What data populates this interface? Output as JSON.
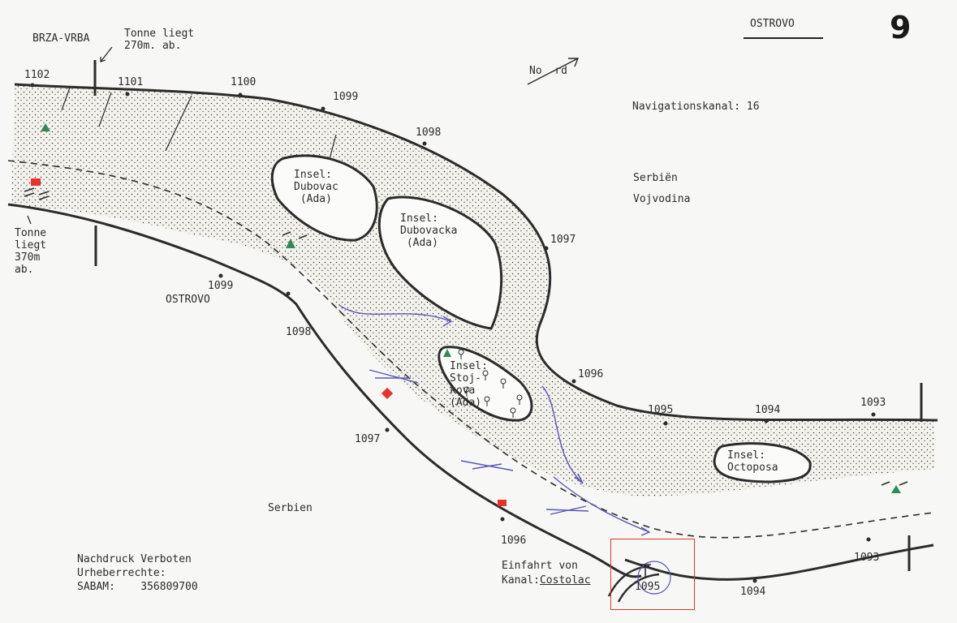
{
  "sheet": {
    "number": "9",
    "title": "OSTROVO"
  },
  "header": {
    "place_top_left": "BRZA-VRBA",
    "buoy_note_top": "Tonne liegt\n270m. ab.",
    "north_label": "No  rd"
  },
  "info": {
    "nav_channel": "Navigationskanal: 16",
    "region_right_1": "Serbiën",
    "region_right_2": "Vojvodina",
    "region_bottom": "Serbien",
    "town_left": "OSTROVO",
    "buoy_note_left": "Tonne\nliegt\n370m\nab."
  },
  "islands": {
    "dubovac": "Insel:\nDubovac\n (Ada)",
    "dubovacka": "Insel:\nDubovacka\n (Ada)",
    "stojkova": "Insel:\nStoj-\nkova\n(Ada)",
    "octoposa": "Insel:\nOctoposa"
  },
  "km_markers": {
    "upper": [
      "1102",
      "1101",
      "1100",
      "1099",
      "1098",
      "1097",
      "1096",
      "1095",
      "1094",
      "1093"
    ],
    "lower": [
      "1099",
      "1098",
      "1097",
      "1096",
      "1095",
      "1094",
      "1093"
    ]
  },
  "footer": {
    "copyright_1": "Nachdruck Verboten",
    "copyright_2": "Urheberrechte:",
    "copyright_3": "SABAM:    356809700",
    "entrance_1": "Einfahrt von",
    "entrance_2a": "Kanal:",
    "entrance_2b": "Costolac"
  },
  "colors": {
    "ink": "#2b2b2b",
    "river_fill": "#fbfcfa",
    "annotation_blue": "#5a57b8",
    "buoy_red": "#e8322a",
    "buoy_green": "#2e8b57",
    "highlight_box": "#e8322a"
  }
}
